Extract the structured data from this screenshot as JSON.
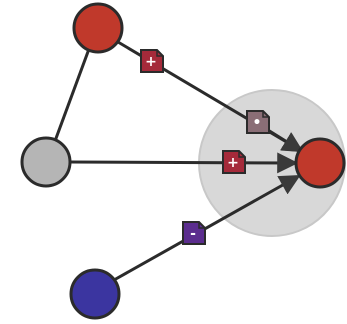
{
  "diagram": {
    "nodes": [
      {
        "id": "red-top",
        "color": "#c0392b"
      },
      {
        "id": "gray-left",
        "color": "#b5b5b5"
      },
      {
        "id": "blue-bottom",
        "color": "#3b35a0"
      },
      {
        "id": "red-target",
        "color": "#c0392b"
      }
    ],
    "target_highlight_color": "#d8d8d8",
    "edges": [
      {
        "from": "red-top",
        "to": "red-target",
        "badge_symbol": "+",
        "badge_color": "#a52a3a"
      },
      {
        "from": "gray-left",
        "to": "red-target",
        "badge_symbol": "+",
        "badge_color": "#a52a3a"
      },
      {
        "from": "blue-bottom",
        "to": "red-target",
        "badge_symbol": "-",
        "badge_color": "#5b2d8e"
      },
      {
        "from": "other",
        "to": "red-target",
        "badge_symbol": "•",
        "badge_color": "#8a6e76"
      }
    ],
    "icon": "document-badge-icon"
  }
}
